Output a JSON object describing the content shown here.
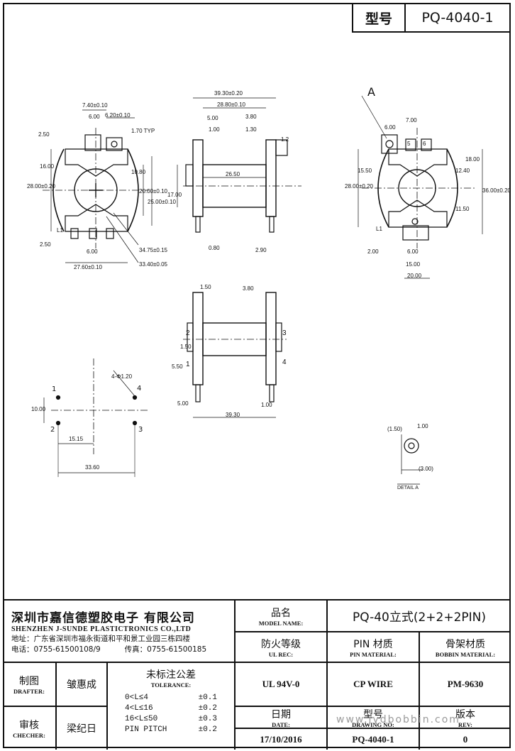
{
  "header": {
    "code_label": "型号",
    "code_value": "PQ-4040-1"
  },
  "drawing": {
    "front": {
      "d_7_4": "7.40±0.10",
      "d_6_00": "6.00",
      "d_6_20": "6.20±0.10",
      "d_1_70": "1.70 TYP",
      "d_2_50": "2.50",
      "d_16_00": "16.00",
      "d_28_00": "28.00±0.20",
      "d_10_80": "10.80",
      "d_20_00": "20.00±0.10",
      "d_25_00": "25.00±0.10",
      "d_l1": "L1",
      "d_2_50b": "2.50",
      "d_6_00b": "6.00",
      "d_27_60": "27.60±0.10",
      "d_r34": "34.75±0.15",
      "d_r33": "33.40±0.05"
    },
    "side": {
      "d_39_30": "39.30±0.20",
      "d_28_80": "28.80±0.10",
      "d_5_00": "5.00",
      "d_3_80": "3.80",
      "d_1_00": "1.00",
      "d_1_30": "1.30",
      "d_1_2": "1.2",
      "d_26_50": "26.50",
      "d_17_00": "17.00",
      "d_0_80": "0.80",
      "d_2_90": "2.90"
    },
    "right": {
      "label_a": "A",
      "d_6_00": "6.00",
      "d_7_00": "7.00",
      "pin_5": "5",
      "pin_6": "6",
      "d_15_50": "15.50",
      "d_28_00": "28.00±0.20",
      "d_12_40": "12.40",
      "d_18_00": "18.00",
      "d_36_00": "36.00±0.20",
      "d_11_50": "11.50",
      "d_l1": "L1",
      "d_2_00": "2.00",
      "d_6_00b": "6.00",
      "d_15_00": "15.00",
      "d_20_00": "20.00"
    },
    "bottom": {
      "d_1_50": "1.50",
      "d_3_80": "3.80",
      "pin_2": "2",
      "pin_1": "1",
      "pin_3": "3",
      "pin_4": "4",
      "d_1_50b": "1.50",
      "d_5_50": "5.50",
      "d_5_00": "5.00",
      "d_1_00": "1.00",
      "d_39_30": "39.30"
    },
    "pins": {
      "p1": "1",
      "p2": "2",
      "p3": "3",
      "p4": "4",
      "d_10_00": "10.00",
      "d_15_15": "15.15",
      "d_33_60": "33.60",
      "d_hole": "4-Φ1.20"
    },
    "detail": {
      "d_1_50": "(1.50)",
      "d_r": "1.00",
      "d_3_00": "(3.00)",
      "label": "DETAIL A"
    }
  },
  "title_block": {
    "company_zh": "深圳市嘉信德塑胶电子 有限公司",
    "company_en": "SHENZHEN J-SUNDE PLASTICTRONICS CO.,LTD",
    "address": "地址：广东省深圳市福永街道和平和景工业园三栋四楼",
    "phone": "电话：0755-61500108/9",
    "fax": "传真：0755-61500185",
    "model_zh": "品名",
    "model_en": "MODEL NAME:",
    "model_value": "PQ-40立式(2+2+2PIN)",
    "ul_zh": "防火等级",
    "ul_en": "UL REC:",
    "ul_value": "UL 94V-0",
    "pinmat_zh": "PIN 材质",
    "pinmat_en": "PIN MATERIAL:",
    "pinmat_value": "CP WIRE",
    "bobbin_zh": "骨架材质",
    "bobbin_en": "BOBBIN MATERIAL:",
    "bobbin_value": "PM-9630",
    "drafter_zh": "制图",
    "drafter_en": "DRAFTER:",
    "drafter_value": "皱惠成",
    "checker_zh": "审核",
    "checker_en": "CHECHER:",
    "checker_value": "梁纪日",
    "tol_zh": "未标注公差",
    "tol_en": "TOLERANCE:",
    "tolerances": [
      {
        "range": "0<L≤4",
        "value": "±0.1"
      },
      {
        "range": "4<L≤16",
        "value": "±0.2"
      },
      {
        "range": "16<L≤50",
        "value": "±0.3"
      },
      {
        "range": "PIN PITCH",
        "value": "±0.2"
      }
    ],
    "date_zh": "日期",
    "date_en": "DATE:",
    "date_value": "17/10/2016",
    "drawno_zh": "型号",
    "drawno_en": "DRAWING NO:",
    "drawno_value": "PQ-4040-1",
    "rev_zh": "版本",
    "rev_en": "REV:",
    "rev_value": "0",
    "watermark": "www.jydbobbin.com"
  }
}
